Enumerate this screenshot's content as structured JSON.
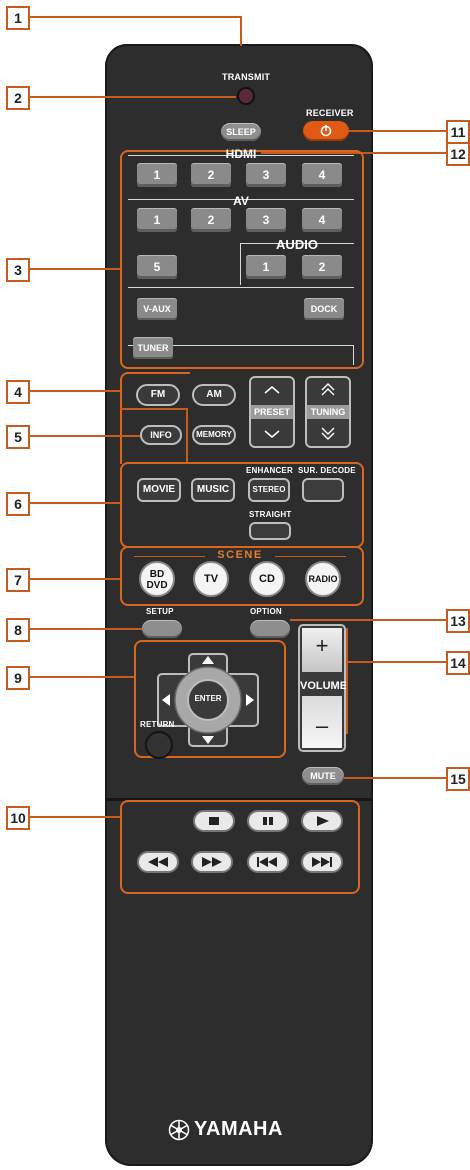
{
  "callouts": [
    "1",
    "2",
    "3",
    "4",
    "5",
    "6",
    "7",
    "8",
    "9",
    "10",
    "11",
    "12",
    "13",
    "14",
    "15"
  ],
  "top": {
    "transmit": "TRANSMIT",
    "receiver": "RECEIVER",
    "sleep": "SLEEP"
  },
  "hdmi": {
    "title": "HDMI",
    "buttons": [
      "1",
      "2",
      "3",
      "4"
    ]
  },
  "av": {
    "title": "AV",
    "buttons": [
      "1",
      "2",
      "3",
      "4",
      "5"
    ]
  },
  "audio": {
    "title": "AUDIO",
    "buttons": [
      "1",
      "2"
    ]
  },
  "sources": {
    "vaux": "V-AUX",
    "dock": "DOCK",
    "tuner": "TUNER"
  },
  "tuner": {
    "fm": "FM",
    "am": "AM",
    "preset": "PRESET",
    "tuning": "TUNING",
    "info": "INFO",
    "memory": "MEMORY"
  },
  "sound": {
    "movie": "MOVIE",
    "music": "MUSIC",
    "enhancer": "ENHANCER",
    "stereo": "STEREO",
    "sur_decode": "SUR. DECODE",
    "straight": "STRAIGHT"
  },
  "scene": {
    "title": "SCENE",
    "bd_line1": "BD",
    "bd_line2": "DVD",
    "tv": "TV",
    "cd": "CD",
    "radio": "RADIO"
  },
  "nav": {
    "setup": "SETUP",
    "option": "OPTION",
    "enter": "ENTER",
    "return": "RETURN"
  },
  "volume": {
    "label": "VOLUME",
    "plus": "+",
    "minus": "–",
    "mute": "MUTE"
  },
  "brand": {
    "name": "YAMAHA"
  },
  "colors": {
    "body": "#2d2d2d",
    "accent": "#d9661f",
    "power": "#e05a14"
  }
}
